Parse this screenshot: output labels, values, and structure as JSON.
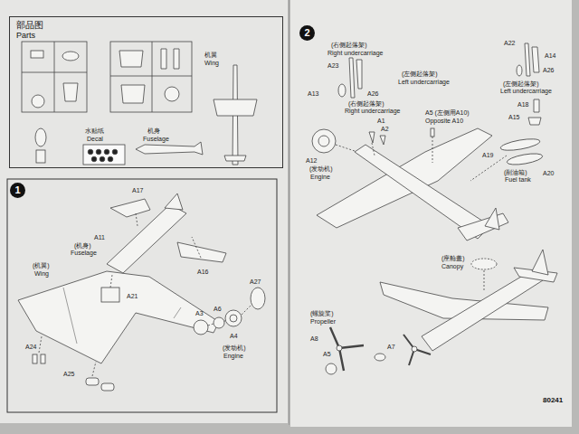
{
  "diagram": {
    "nodes": [
      {
        "text": [
          "部品图",
          "Parts"
        ]
      },
      {
        "text": [
          "1"
        ]
      },
      {
        "text": [
          "2"
        ]
      }
    ],
    "labels": [
      "机翼",
      "Wing",
      "水贴纸",
      "Decal",
      "机身",
      "Fuselage",
      "A17",
      "A11",
      "(机身)",
      "Fuselage",
      "(机翼)",
      "Wing",
      "A16",
      "A21",
      "A27",
      "A3",
      "A6",
      "A4",
      "(发动机)",
      "Engine",
      "A24",
      "A25",
      "(右侧起落架)",
      "Right undercarriage",
      "A23",
      "A13",
      "A26",
      "A22",
      "A14",
      "A26",
      "(左侧起落架)",
      "Left undercarriage",
      "(左侧起落架)",
      "Left undercarriage",
      "(右侧起落架)",
      "Right undercarriage",
      "A1",
      "A2",
      "A5 (左侧用A10)",
      "Opposite A10",
      "A15",
      "A18",
      "A12",
      "(发动机)",
      "Engine",
      "A19",
      "(副油箱)",
      "Fuel tank",
      "A20",
      "(座舱盖)",
      "Canopy",
      "(螺旋桨)",
      "Propeller",
      "A8",
      "A5",
      "A7",
      "80241"
    ]
  }
}
